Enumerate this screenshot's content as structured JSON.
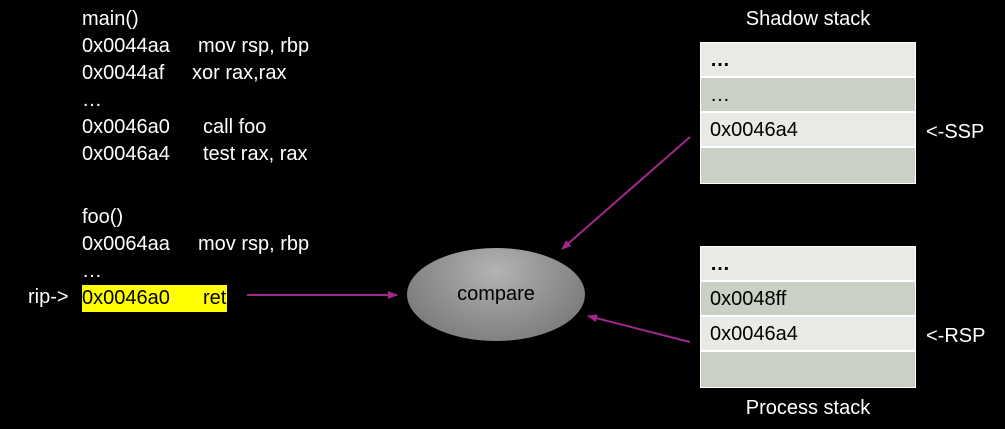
{
  "code": {
    "main_header": "main()",
    "main_lines": [
      {
        "addr": "0x0044aa",
        "ins": "mov rsp, rbp"
      },
      {
        "addr": "0x0044af",
        "ins": "xor rax,rax"
      },
      {
        "addr": "…",
        "ins": ""
      },
      {
        "addr": "0x0046a0",
        "ins": "call foo"
      },
      {
        "addr": "0x0046a4",
        "ins": "test rax, rax"
      }
    ],
    "foo_header": "foo()",
    "foo_lines": [
      {
        "addr": "0x0064aa",
        "ins": "mov rsp, rbp"
      },
      {
        "addr": "…",
        "ins": ""
      }
    ],
    "rip_line": {
      "addr": "0x0046a0",
      "ins": "ret"
    },
    "rip_label": "rip->"
  },
  "compare_label": "compare",
  "shadow_stack": {
    "title": "Shadow stack",
    "cells": [
      "…",
      "…",
      "0x0046a4",
      ""
    ],
    "pointer": "<-SSP"
  },
  "process_stack": {
    "title": "Process stack",
    "cells": [
      "…",
      "0x0048ff",
      "0x0046a4",
      ""
    ],
    "pointer": "<-RSP"
  },
  "colors": {
    "background": "#000000",
    "highlight": "#ffff00",
    "arrow": "#a0288c",
    "cell_light": "#e8eae6",
    "cell_dark": "#cbd0c4"
  }
}
